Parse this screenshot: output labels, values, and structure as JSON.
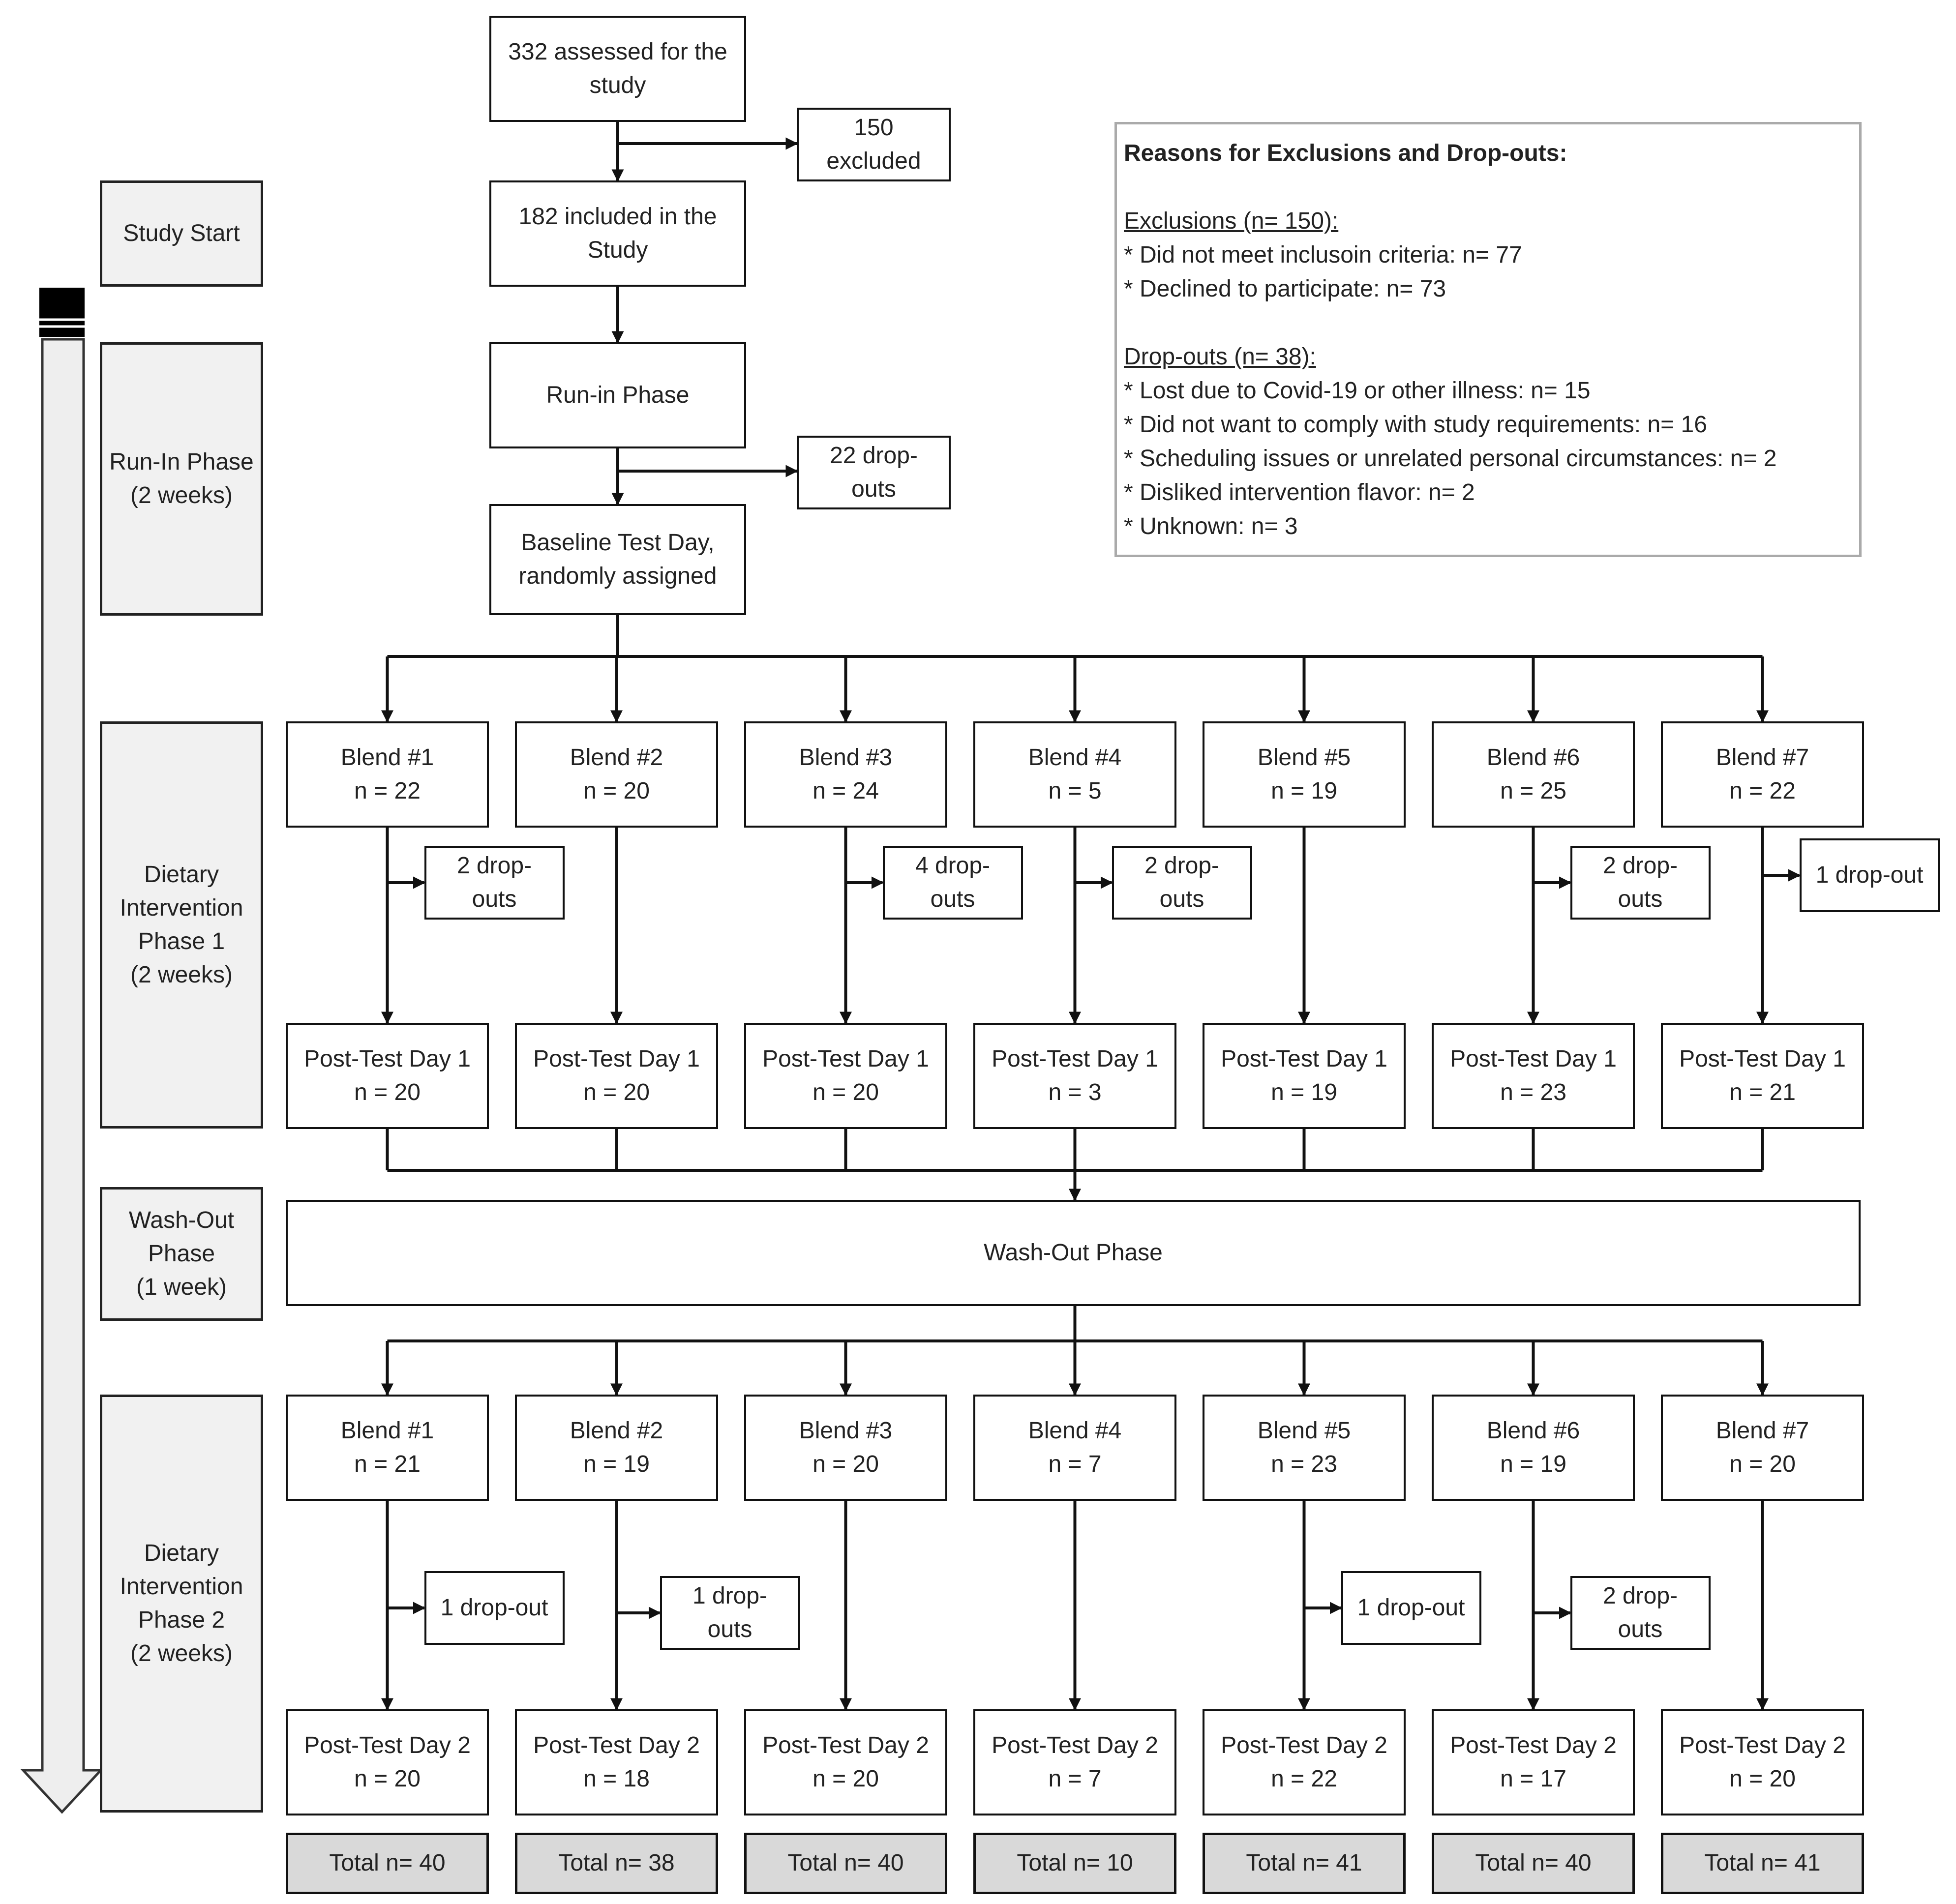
{
  "top": {
    "assessed": [
      "332 assessed for the",
      "study"
    ],
    "excluded": [
      "150",
      "excluded"
    ],
    "included": [
      "182 included in the",
      "Study"
    ],
    "runin": [
      "Run-in Phase"
    ],
    "runin_dropouts": [
      "22 drop-",
      "outs"
    ],
    "baseline": [
      "Baseline Test Day,",
      "randomly assigned"
    ]
  },
  "phases": {
    "start": [
      "Study Start"
    ],
    "runin": [
      "Run-In Phase",
      "(2 weeks)"
    ],
    "diet1": [
      "Dietary",
      "Intervention",
      "Phase 1",
      "(2 weeks)"
    ],
    "washout": [
      "Wash-Out",
      "Phase",
      "(1 week)"
    ],
    "diet2": [
      "Dietary",
      "Intervention",
      "Phase 2",
      "(2 weeks)"
    ]
  },
  "washout_box": "Wash-Out Phase",
  "phase1": {
    "blends": [
      [
        "Blend #1",
        "n = 22"
      ],
      [
        "Blend #2",
        "n = 20"
      ],
      [
        "Blend #3",
        "n = 24"
      ],
      [
        "Blend #4",
        "n = 5"
      ],
      [
        "Blend #5",
        "n = 19"
      ],
      [
        "Blend #6",
        "n = 25"
      ],
      [
        "Blend #7",
        "n = 22"
      ]
    ],
    "dropouts": [
      [
        "2 drop-",
        "outs"
      ],
      null,
      [
        "4 drop-",
        "outs"
      ],
      [
        "2 drop-",
        "outs"
      ],
      null,
      [
        "2 drop-",
        "outs"
      ],
      [
        "1 drop-out"
      ]
    ],
    "post": [
      [
        "Post-Test Day 1",
        "n = 20"
      ],
      [
        "Post-Test Day 1",
        "n = 20"
      ],
      [
        "Post-Test Day 1",
        "n = 20"
      ],
      [
        "Post-Test Day 1",
        "n = 3"
      ],
      [
        "Post-Test Day 1",
        "n = 19"
      ],
      [
        "Post-Test Day 1",
        "n = 23"
      ],
      [
        "Post-Test Day 1",
        "n = 21"
      ]
    ]
  },
  "phase2": {
    "blends": [
      [
        "Blend #1",
        "n = 21"
      ],
      [
        "Blend #2",
        "n = 19"
      ],
      [
        "Blend #3",
        "n = 20"
      ],
      [
        "Blend #4",
        "n = 7"
      ],
      [
        "Blend #5",
        "n = 23"
      ],
      [
        "Blend #6",
        "n = 19"
      ],
      [
        "Blend #7",
        "n = 20"
      ]
    ],
    "dropouts": [
      [
        "1 drop-out"
      ],
      [
        "1 drop-",
        "outs"
      ],
      null,
      null,
      [
        "1 drop-out"
      ],
      [
        "2 drop-",
        "outs"
      ],
      null
    ],
    "post": [
      [
        "Post-Test Day 2",
        "n = 20"
      ],
      [
        "Post-Test Day 2",
        "n = 18"
      ],
      [
        "Post-Test Day 2",
        "n = 20"
      ],
      [
        "Post-Test Day 2",
        "n = 7"
      ],
      [
        "Post-Test Day 2",
        "n = 22"
      ],
      [
        "Post-Test Day 2",
        "n = 17"
      ],
      [
        "Post-Test Day 2",
        "n = 20"
      ]
    ]
  },
  "totals": [
    "Total n= 40",
    "Total n= 38",
    "Total n= 40",
    "Total n= 10",
    "Total n= 41",
    "Total n= 40",
    "Total n= 41"
  ],
  "legend": {
    "title": "Reasons for Exclusions and Drop-outs:",
    "exclusions_heading": "Exclusions (n= 150):",
    "exclusions": [
      "* Did not meet inclusoin criteria: n= 77",
      "* Declined to participate: n= 73"
    ],
    "dropouts_heading": "Drop-outs (n= 38):",
    "dropouts": [
      "* Lost due to Covid-19 or other illness: n= 15",
      "* Did not want to comply with study requirements: n= 16",
      "* Scheduling issues or unrelated personal circumstances: n= 2",
      "* Disliked intervention flavor: n= 2",
      "* Unknown: n= 3"
    ]
  }
}
